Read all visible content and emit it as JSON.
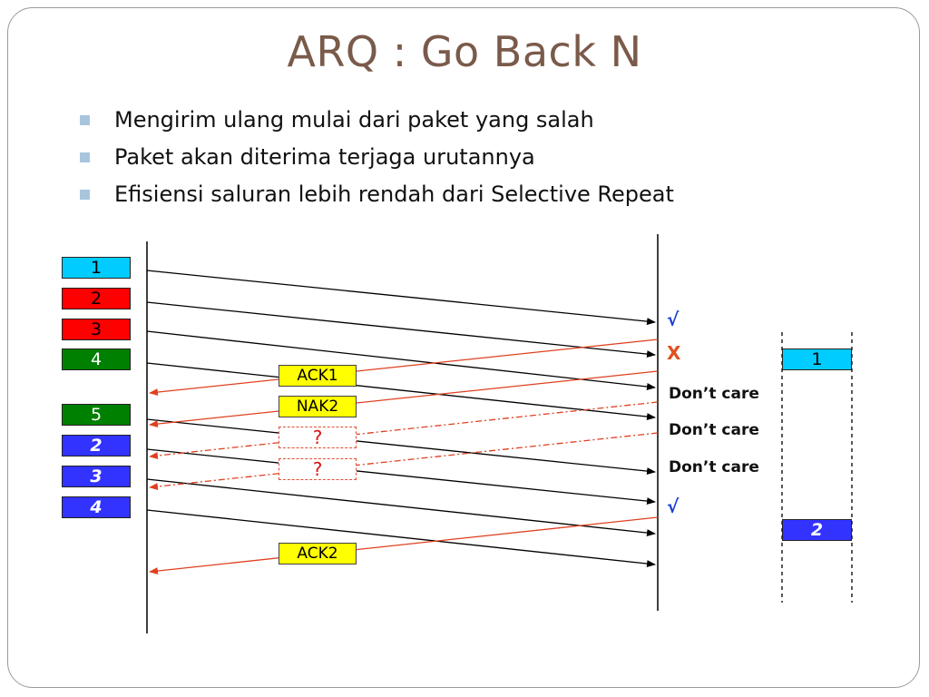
{
  "slide": {
    "title": "ARQ : Go Back N",
    "bullets": [
      "Mengirim ulang mulai dari paket yang salah",
      "Paket akan diterima terjaga urutannya",
      "Efisiensi saluran lebih rendah dari Selective Repeat"
    ]
  },
  "diagram": {
    "sender_packets": [
      {
        "label": "1",
        "color": "#00ccff"
      },
      {
        "label": "2",
        "color": "#ff0000"
      },
      {
        "label": "3",
        "color": "#ff0000"
      },
      {
        "label": "4",
        "color": "#008000"
      },
      {
        "label": "5",
        "color": "#008000"
      },
      {
        "label": "2",
        "color": "#3333ff"
      },
      {
        "label": "3",
        "color": "#3333ff"
      },
      {
        "label": "4",
        "color": "#3333ff"
      }
    ],
    "ack_labels": {
      "ack1": "ACK1",
      "nak2": "NAK2",
      "unknown1": "?",
      "unknown2": "?",
      "ack2": "ACK2"
    },
    "receiver_marks": {
      "check1": "√",
      "cross": "X",
      "dont_care_1": "Don’t care",
      "dont_care_2": "Don’t care",
      "dont_care_3": "Don’t care",
      "check2": "√"
    },
    "delivered_packets": [
      {
        "label": "1",
        "color": "#00ccff"
      },
      {
        "label": "2",
        "color": "#3333ff"
      }
    ],
    "colors": {
      "forward_arrow": "#000000",
      "return_arrow": "#e04020",
      "ack_fill": "#ffff00"
    }
  }
}
